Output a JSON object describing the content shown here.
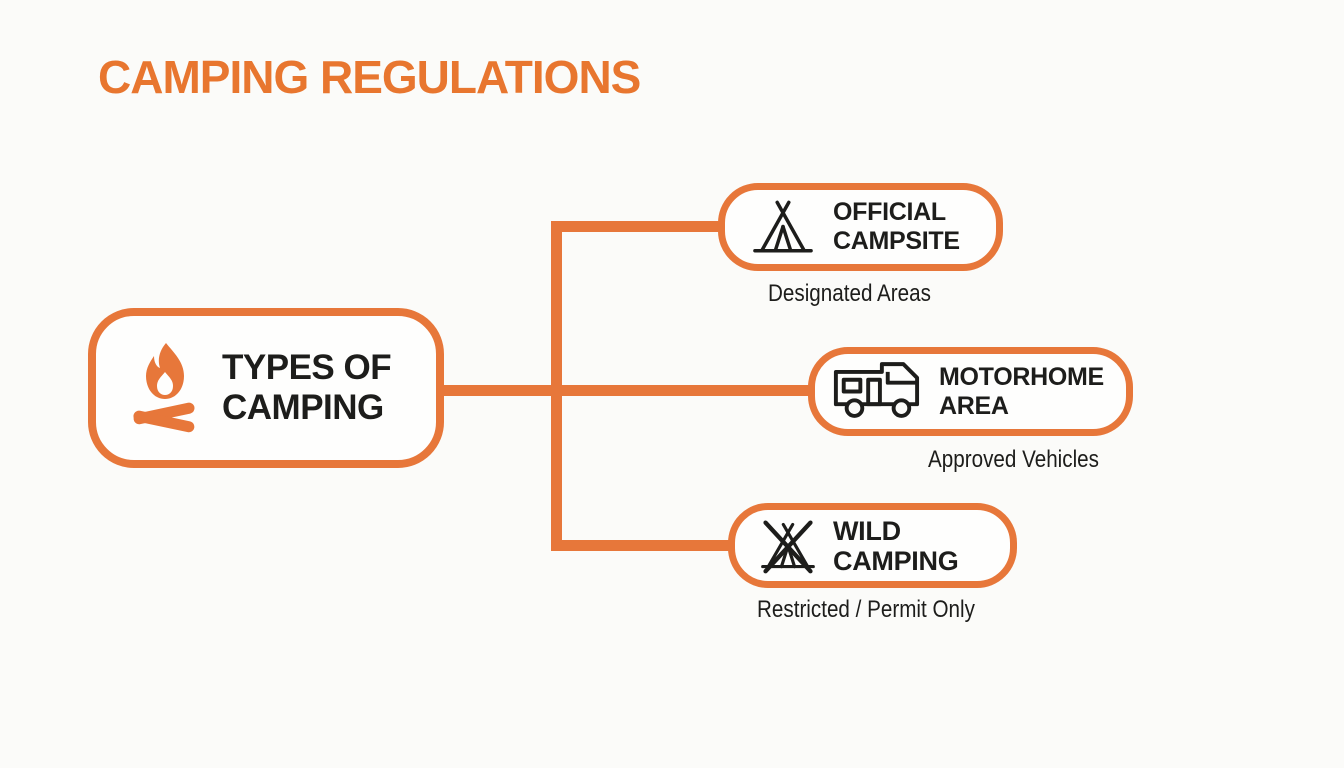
{
  "colors": {
    "accent": "#E7773A",
    "title": "#E8762F",
    "text": "#1D1D1B",
    "background": "#FBFBF9",
    "node_background": "#FEFEFD"
  },
  "title": "CAMPING REGULATIONS",
  "root": {
    "icon": "campfire-icon",
    "lines": [
      "TYPES OF",
      "CAMPING"
    ]
  },
  "branches": [
    {
      "icon": "tent-icon",
      "lines": [
        "OFFICIAL",
        "CAMPSITE"
      ],
      "subtitle": "Designated Areas"
    },
    {
      "icon": "motorhome-icon",
      "lines": [
        "MOTORHOME",
        "AREA"
      ],
      "subtitle": "Approved Vehicles"
    },
    {
      "icon": "crossed-tent-icon",
      "lines": [
        "WILD CAMPING"
      ],
      "subtitle": "Restricted / Permit Only"
    }
  ]
}
